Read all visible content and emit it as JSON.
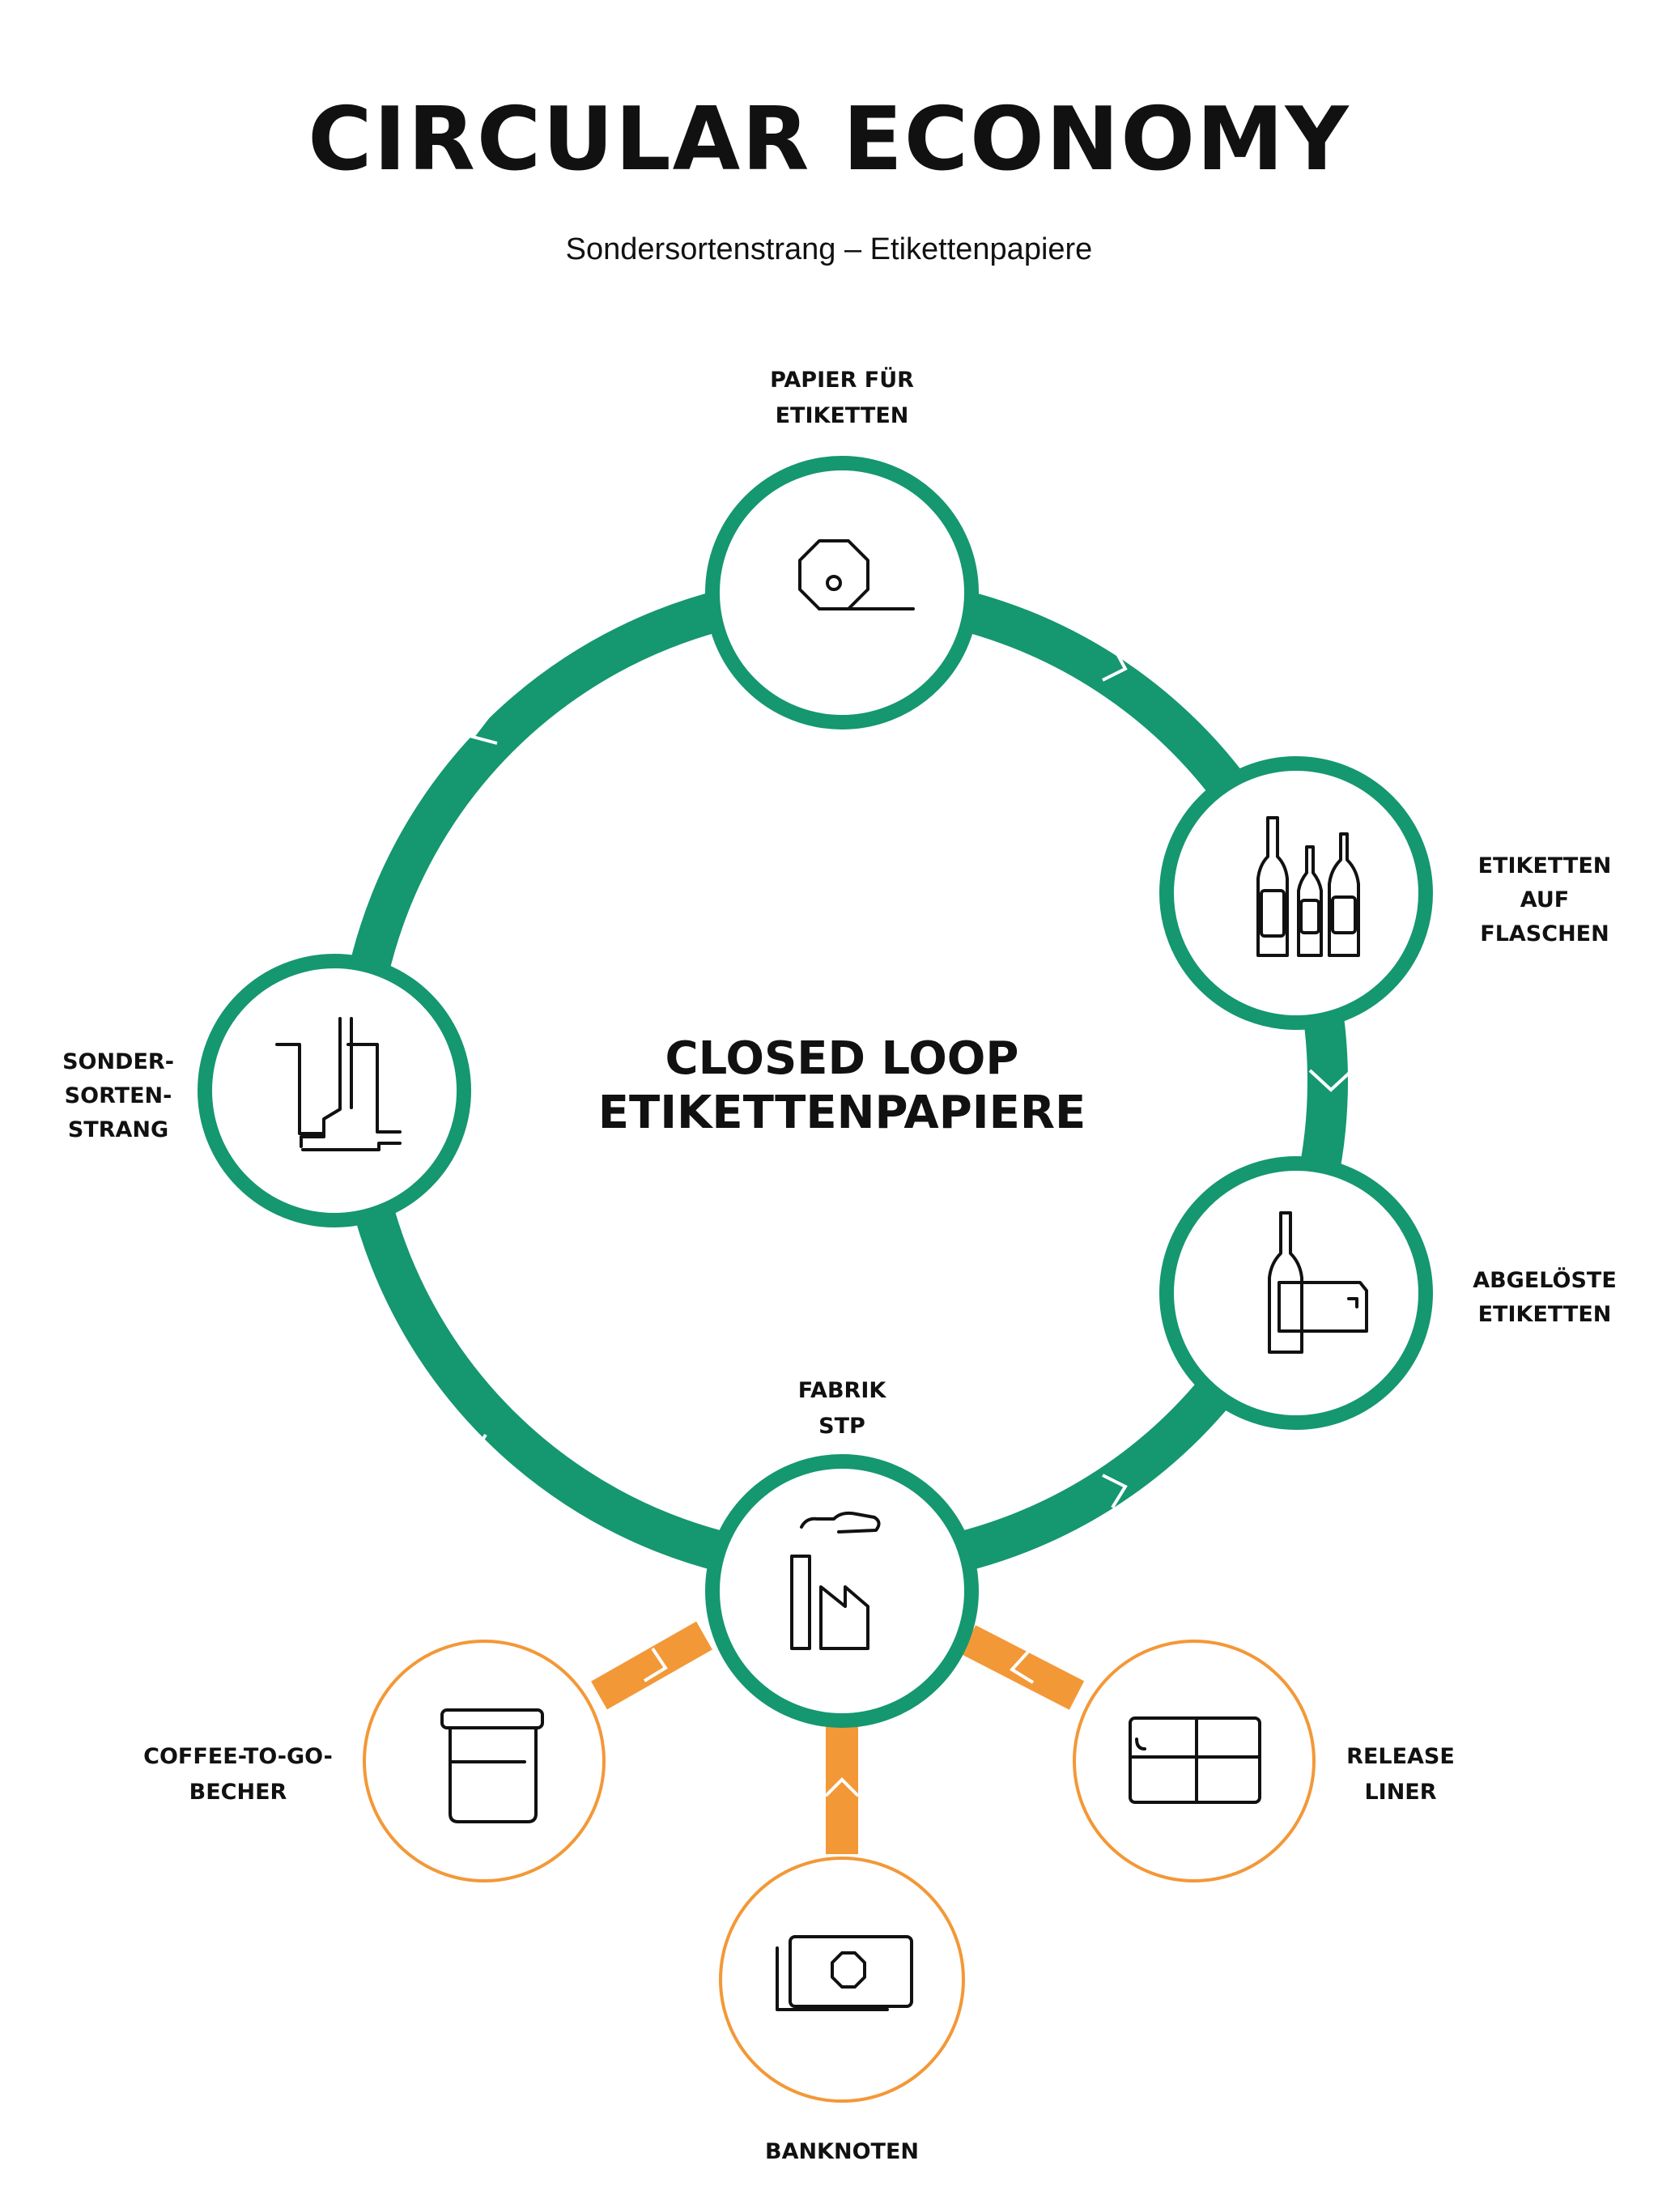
{
  "title": "CIRCULAR ECONOMY",
  "subtitle": "Sondersortenstrang – Etikettenpapiere",
  "center": {
    "line1": "CLOSED LOOP",
    "line2": "ETIKETTENPAPIERE"
  },
  "colors": {
    "green": "#15976f",
    "orange": "#f39837",
    "text": "#111111"
  },
  "loop_nodes": [
    {
      "id": "papier",
      "icon": "paper-roll-icon",
      "label": [
        "PAPIER FÜR",
        "ETIKETTEN"
      ]
    },
    {
      "id": "flaschen",
      "icon": "bottles-icon",
      "label": [
        "ETIKETTEN",
        "AUF",
        "FLASCHEN"
      ]
    },
    {
      "id": "abgeloest",
      "icon": "bottle-label-icon",
      "label": [
        "ABGELÖSTE",
        "ETIKETTEN"
      ]
    },
    {
      "id": "fabrik",
      "icon": "factory-icon",
      "label": [
        "FABRIK",
        "STP"
      ]
    },
    {
      "id": "sonder",
      "icon": "pipes-icon",
      "label": [
        "SONDER-",
        "SORTEN-",
        "STRANG"
      ]
    }
  ],
  "branch_nodes": [
    {
      "id": "coffee",
      "icon": "coffee-cup-icon",
      "label": [
        "COFFEE-TO-GO-",
        "BECHER"
      ]
    },
    {
      "id": "banknoten",
      "icon": "banknotes-icon",
      "label": [
        "BANKNOTEN"
      ]
    },
    {
      "id": "release",
      "icon": "release-liner-icon",
      "label": [
        "RELEASE",
        "LINER"
      ]
    }
  ]
}
